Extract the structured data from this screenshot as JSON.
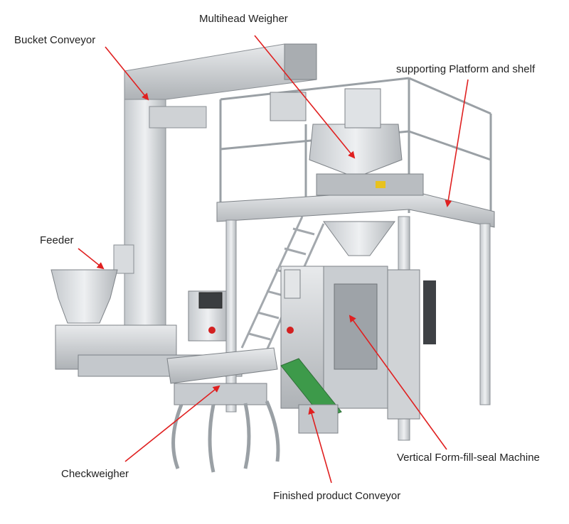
{
  "labels": {
    "bucket_conveyor": "Bucket Conveyor",
    "multihead_weigher": "Multihead Weigher",
    "supporting_platform": "supporting Platform and shelf",
    "feeder": "Feeder",
    "checkweigher": "Checkweigher",
    "vffs_machine": "Vertical Form-fill-seal Machine",
    "finished_conveyor": "Finished product  Conveyor"
  },
  "colors": {
    "arrow": "#e02020",
    "label_text": "#222222",
    "steel_light": "#e4e6e8",
    "steel_mid": "#b9bdc1",
    "steel_dark": "#7d8287",
    "background": "#ffffff"
  }
}
